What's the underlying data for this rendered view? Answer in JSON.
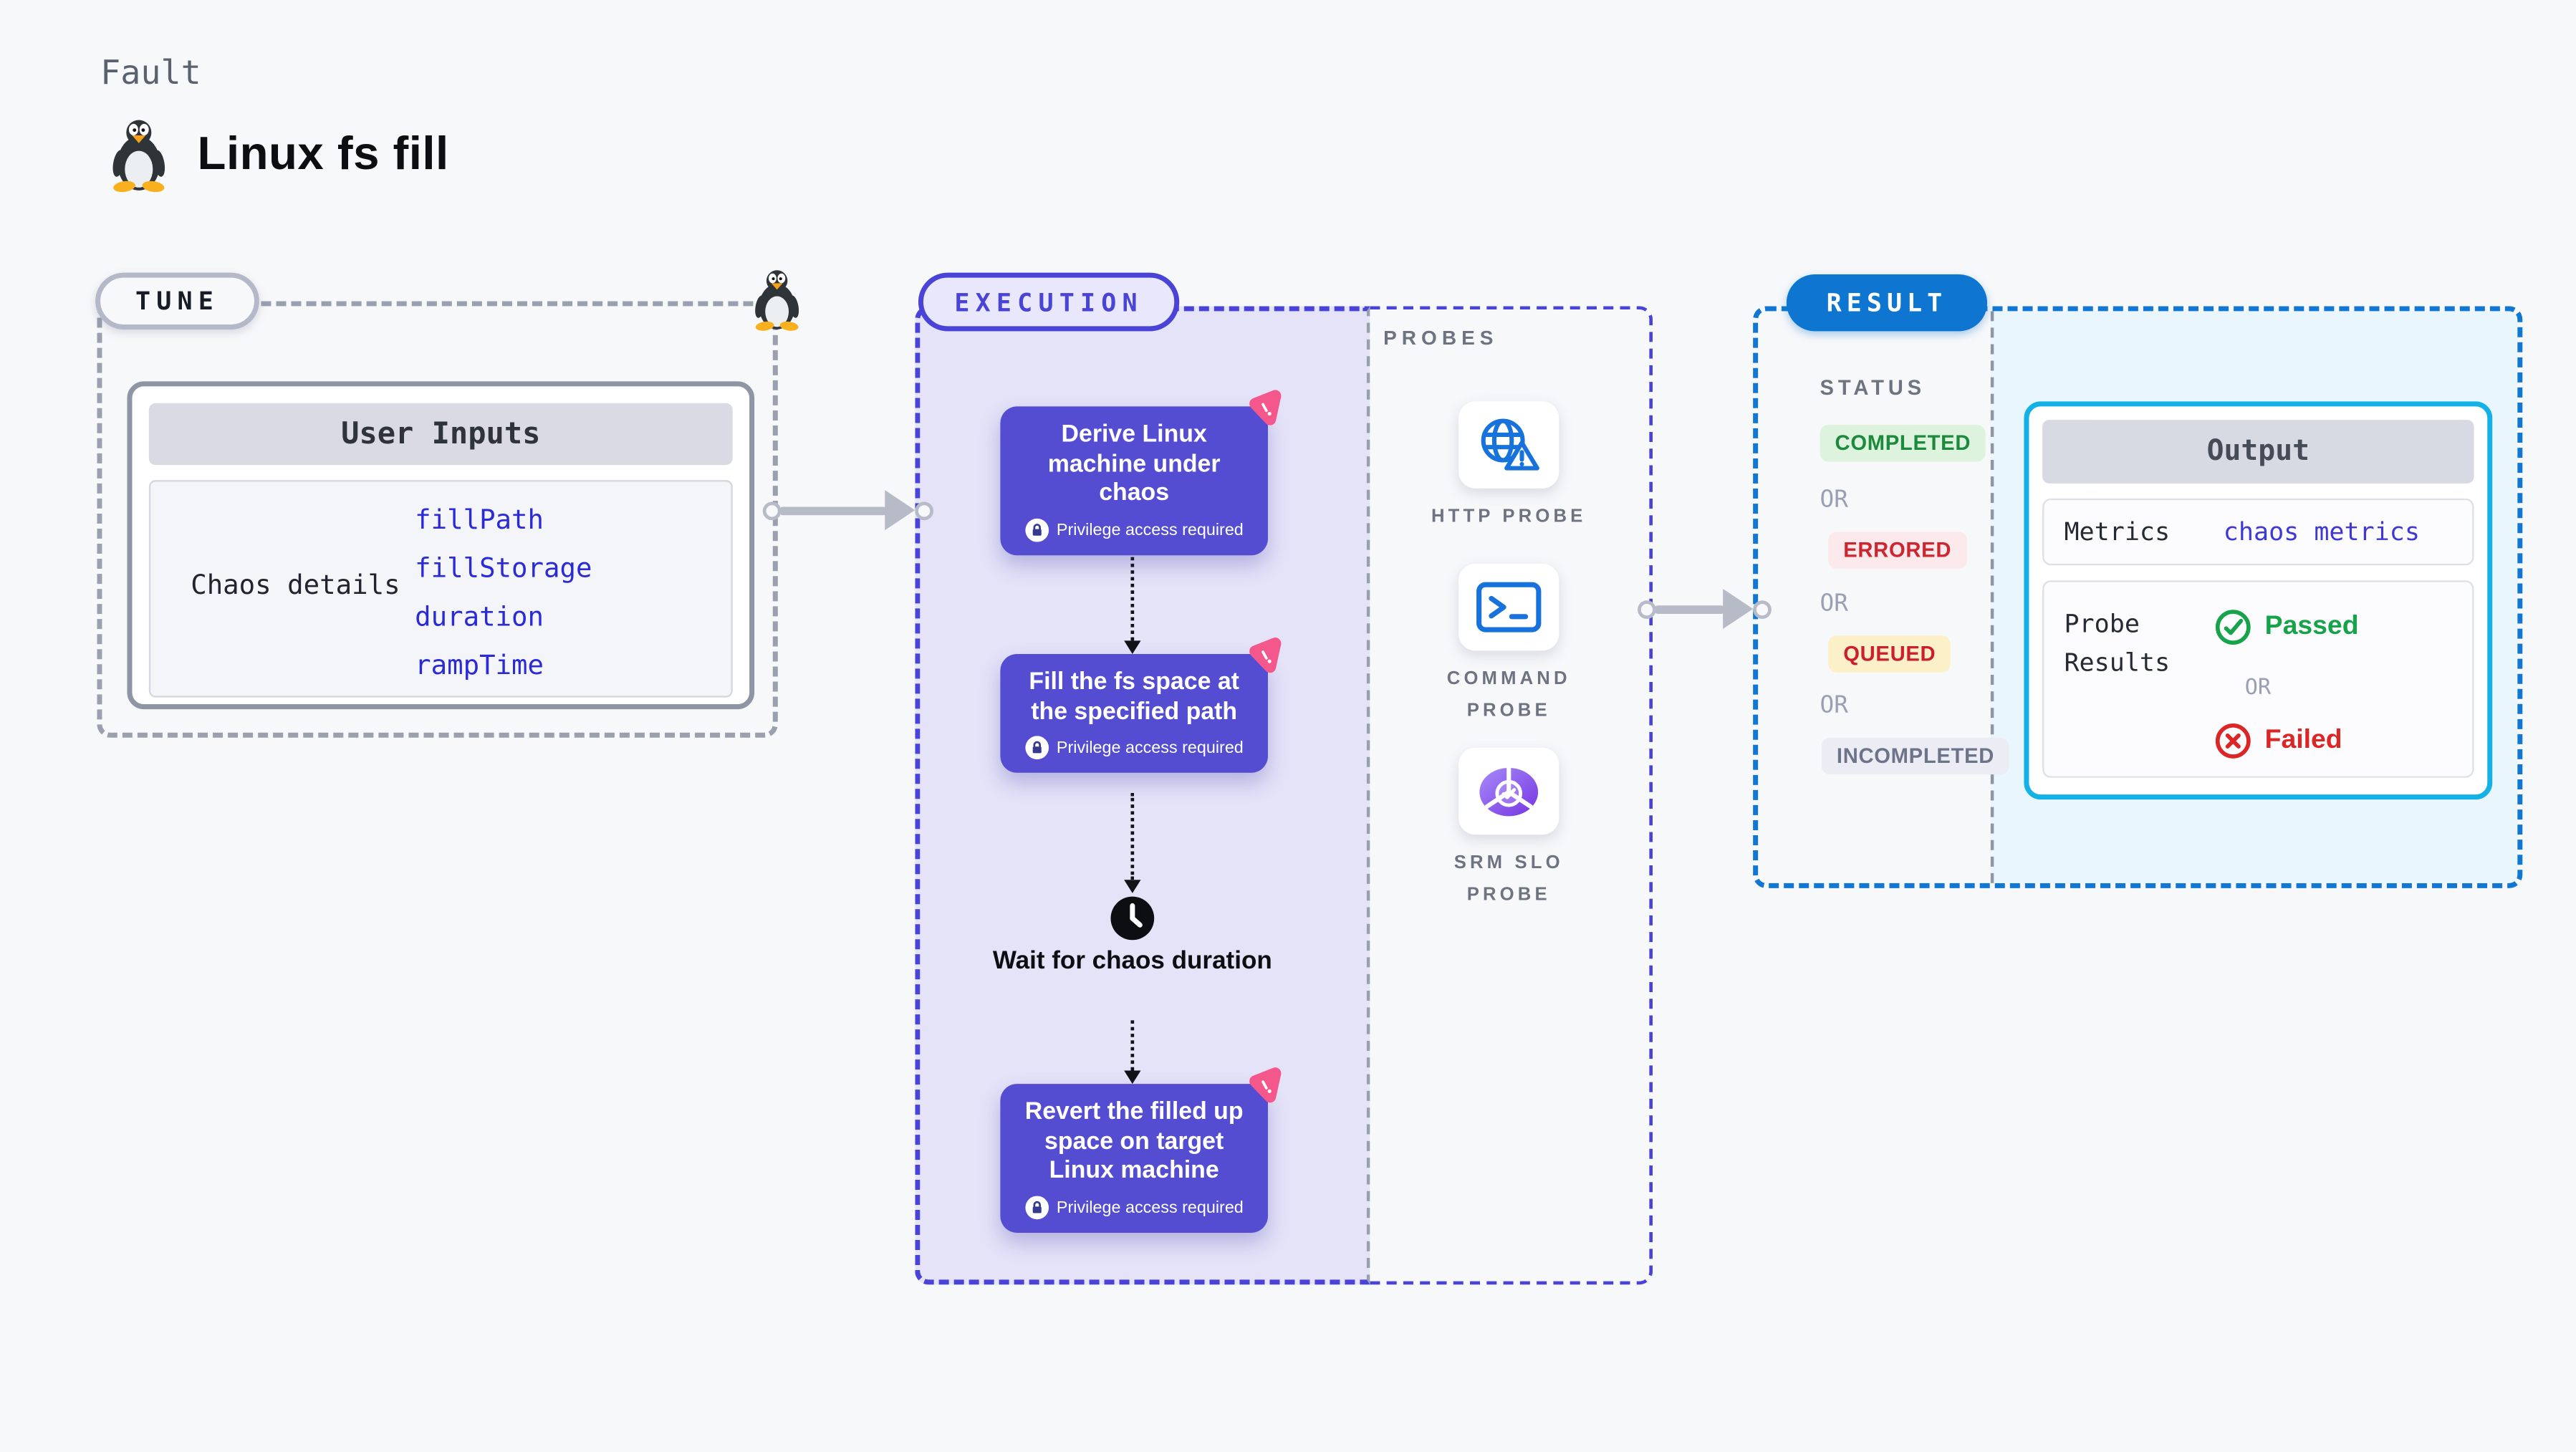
{
  "header": {
    "category": "Fault",
    "title": "Linux fs fill",
    "icon": "linux-penguin-icon"
  },
  "tune": {
    "label": "TUNE",
    "inputs_title": "User Inputs",
    "row_label": "Chaos details",
    "params": [
      "fillPath",
      "fillStorage",
      "duration",
      "rampTime"
    ]
  },
  "execution": {
    "label": "EXECUTION",
    "nodes": [
      {
        "title": "Derive Linux machine under chaos",
        "badge": "Privilege access required"
      },
      {
        "title": "Fill the fs space at the specified path",
        "badge": "Privilege access required"
      },
      {
        "title": "Revert the filled up space on target Linux machine",
        "badge": "Privilege access required"
      }
    ],
    "wait_label": "Wait for chaos duration"
  },
  "probes": {
    "label": "PROBES",
    "items": [
      {
        "name": "HTTP PROBE",
        "icon": "globe-alert-icon"
      },
      {
        "name": "COMMAND PROBE",
        "icon": "terminal-icon"
      },
      {
        "name": "SRM SLO PROBE",
        "icon": "slo-donut-icon"
      }
    ]
  },
  "result": {
    "label": "RESULT",
    "status_label": "STATUS",
    "or_label": "OR",
    "statuses": [
      {
        "text": "COMPLETED",
        "color": "#1B8A3C",
        "bg": "#DEF3DE"
      },
      {
        "text": "ERRORED",
        "color": "#CC2631",
        "bg": "#FBE9EC"
      },
      {
        "text": "QUEUED",
        "color": "#CB1F2F",
        "bg": "#FCF0C8"
      },
      {
        "text": "INCOMPLETED",
        "color": "#6D7489",
        "bg": "#EBECF4"
      }
    ],
    "output": {
      "title": "Output",
      "metrics_label": "Metrics",
      "metrics_value": "chaos metrics",
      "probe_results_label": "Probe Results",
      "passed_label": "Passed",
      "failed_label": "Failed"
    }
  },
  "colors": {
    "accent_indigo": "#4A43D8",
    "node_fill": "#544DD2",
    "chaos_pink": "#F4578C",
    "result_blue": "#0E76D1",
    "output_border_cyan": "#14B1E7",
    "probe_icon_blue": "#1773DB",
    "passed_green": "#17A34A",
    "failed_red": "#DC2626",
    "execution_bg": "#E4E3F8",
    "result_panel_bg": "#E9F6FD"
  }
}
